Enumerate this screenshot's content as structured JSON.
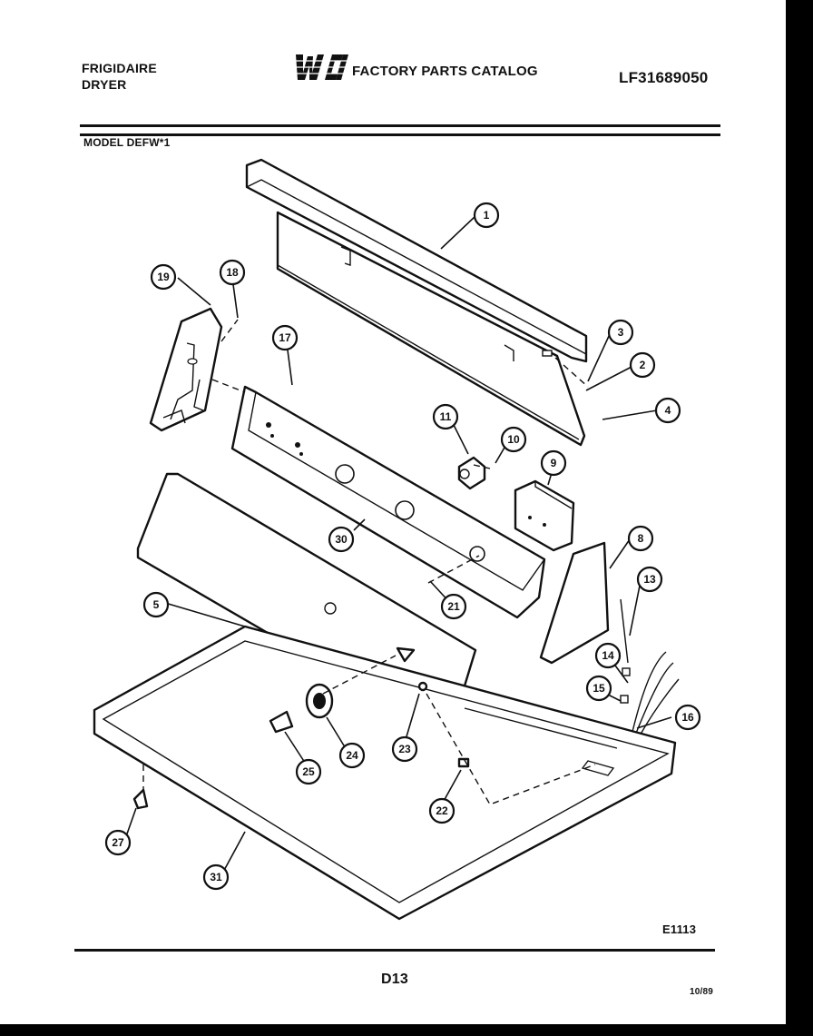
{
  "header": {
    "brand_line1": "FRIGIDAIRE",
    "brand_line2": "DRYER",
    "logo_text": "WCI",
    "catalog_title": "FACTORY PARTS CATALOG",
    "catalog_number": "LF31689050",
    "model": "MODEL DEFW*1"
  },
  "footer": {
    "illustration_code": "E1113",
    "page_code": "D13",
    "date": "10/89"
  },
  "callouts": [
    "1",
    "2",
    "3",
    "4",
    "5",
    "8",
    "9",
    "10",
    "11",
    "13",
    "14",
    "15",
    "16",
    "17",
    "18",
    "19",
    "21",
    "22",
    "23",
    "24",
    "25",
    "27",
    "30",
    "31"
  ]
}
